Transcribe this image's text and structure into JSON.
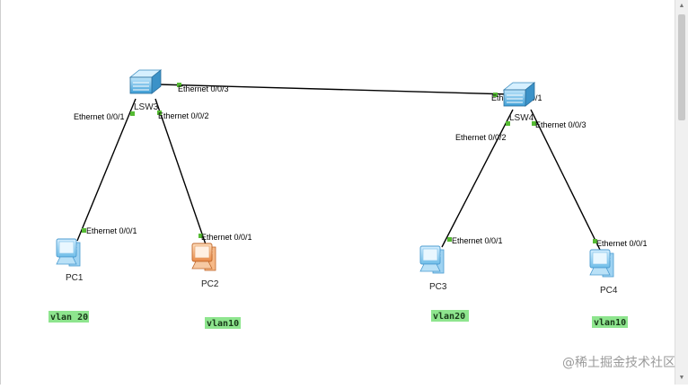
{
  "devices": {
    "lsw3": {
      "label": "LSW3"
    },
    "lsw4": {
      "label": "LSW4"
    },
    "pc1": {
      "label": "PC1"
    },
    "pc2": {
      "label": "PC2"
    },
    "pc3": {
      "label": "PC3"
    },
    "pc4": {
      "label": "PC4"
    }
  },
  "ports": {
    "lsw3_uplink": "Ethernet 0/0/3",
    "lsw3_to_pc1": "Ethernet 0/0/1",
    "lsw3_to_pc2": "Ethernet 0/0/2",
    "lsw4_uplink": "Ethernet 0/0/1",
    "lsw4_to_pc3": "Ethernet 0/0/2",
    "lsw4_to_pc4": "Ethernet 0/0/3",
    "pc1_port": "Ethernet 0/0/1",
    "pc2_port": "Ethernet 0/0/1",
    "pc3_port": "Ethernet 0/0/1",
    "pc4_port": "Ethernet 0/0/1"
  },
  "vlans": {
    "pc1": "vlan 20",
    "pc2": "vlan10",
    "pc3": "vlan20",
    "pc4": "vlan10"
  },
  "watermark": "@稀土掘金技术社区",
  "colors": {
    "switch": "#5fb8e8",
    "pc": "#7ec8f0",
    "pc_selected": "#f0a060",
    "vlan_tag": "#8ee58e",
    "port_dot": "#55bb33"
  }
}
